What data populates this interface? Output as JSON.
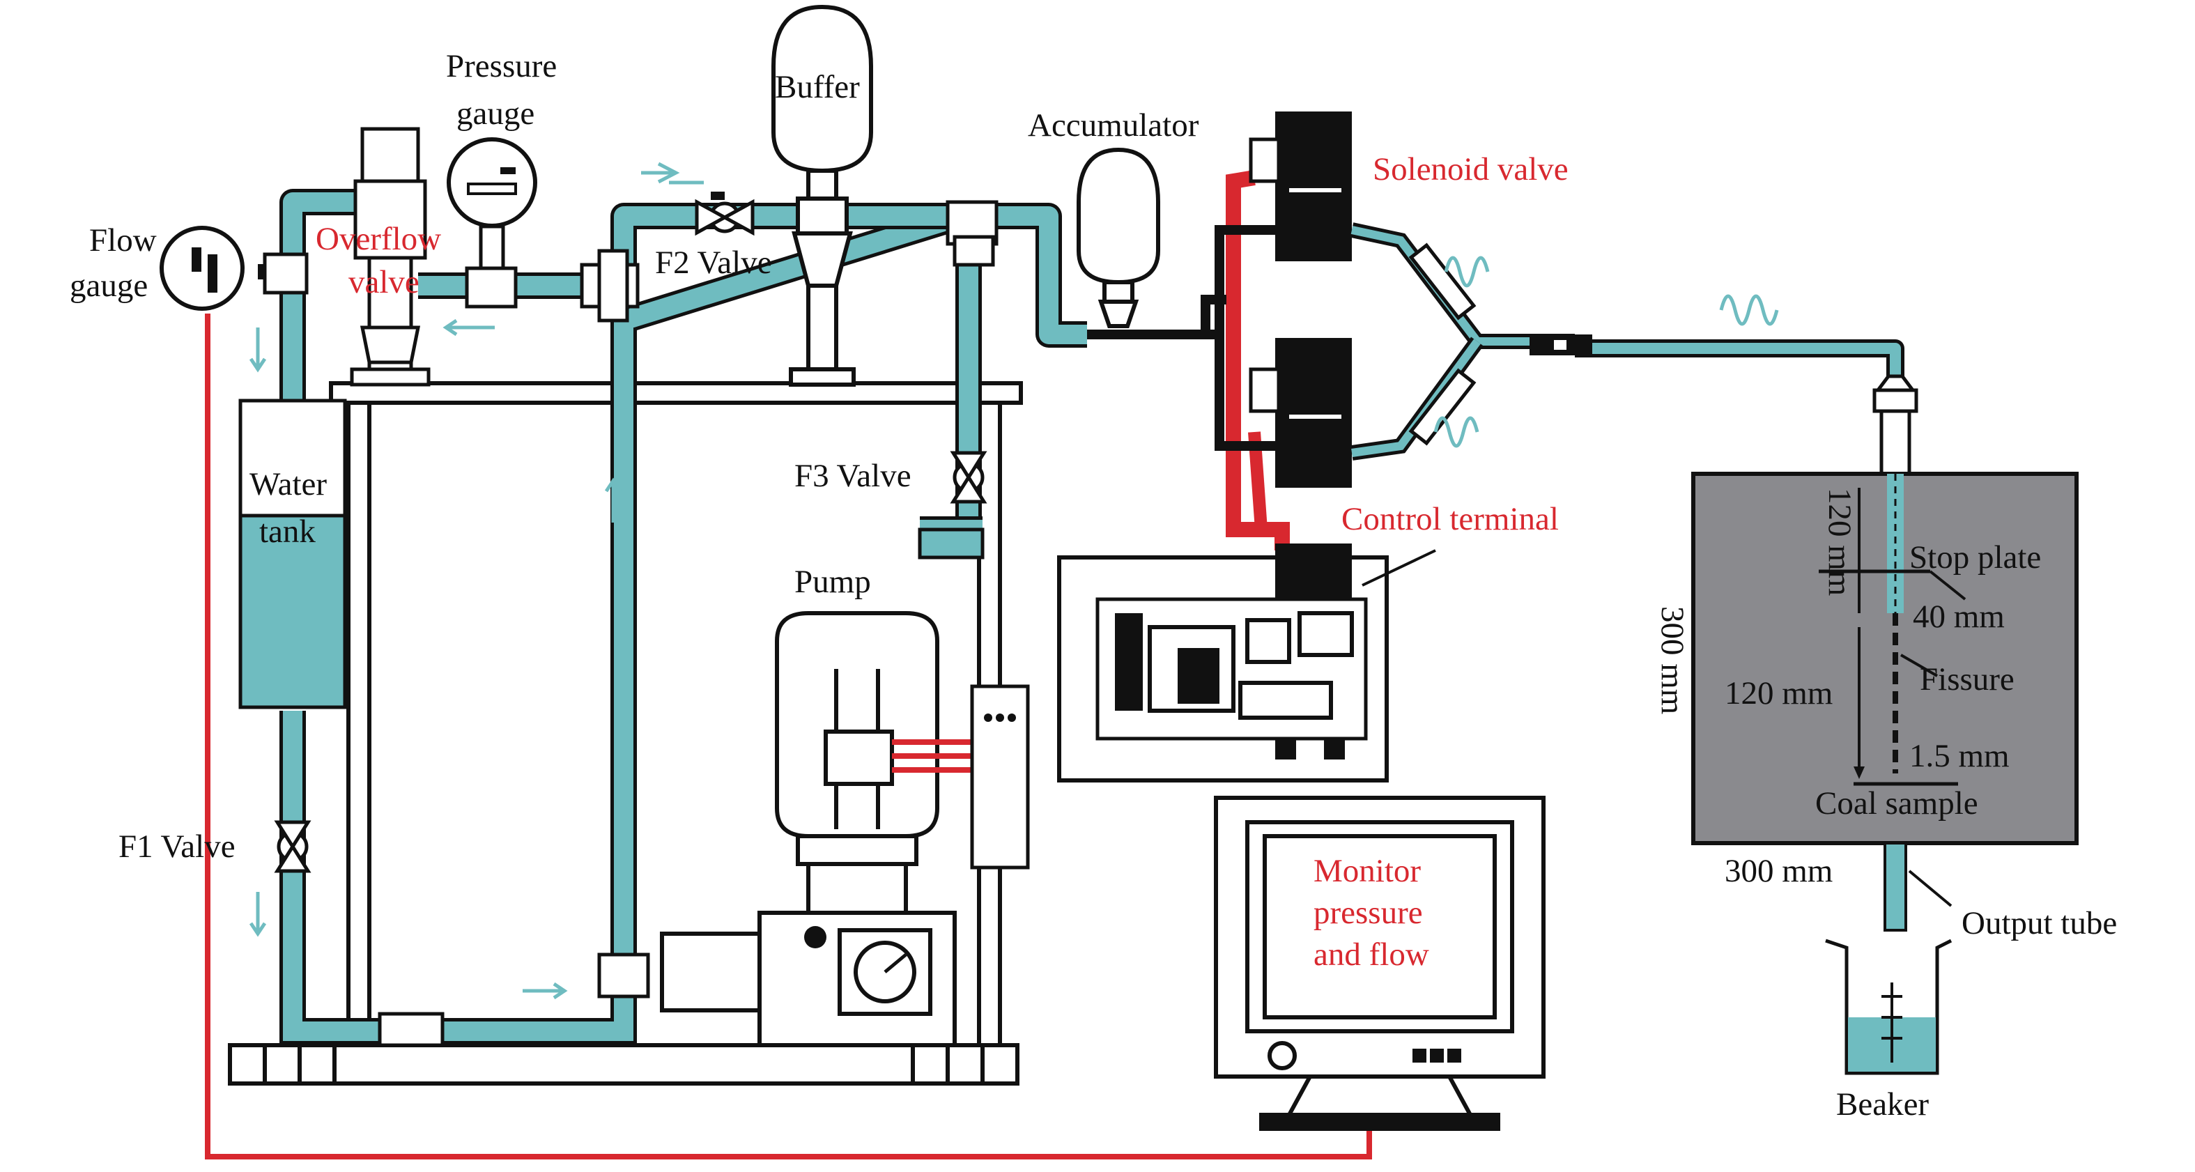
{
  "labels": {
    "flow_gauge_line1": "Flow",
    "flow_gauge_line2": "gauge",
    "overflow_valve_line1": "Overflow",
    "overflow_valve_line2": "valve",
    "pressure_gauge_line1": "Pressure",
    "pressure_gauge_line2": "gauge",
    "buffer": "Buffer",
    "f2_valve": "F2 Valve",
    "accumulator": "Accumulator",
    "solenoid_valve": "Solenoid valve",
    "water_tank_line1": "Water",
    "water_tank_line2": "tank",
    "f3_valve": "F3 Valve",
    "control_terminal": "Control terminal",
    "pump": "Pump",
    "f1_valve": "F1 Valve",
    "monitor_line1": "Monitor",
    "monitor_line2": "pressure",
    "monitor_line3": "and flow",
    "dim_120_top": "120 mm",
    "stop_plate": "Stop plate",
    "dim_40": "40 mm",
    "dim_300_vertical": "300 mm",
    "dim_120_mid": "120 mm",
    "fissure": "Fissure",
    "dim_1_5": "1.5 mm",
    "coal_sample": "Coal sample",
    "dim_300_bottom": "300 mm",
    "output_tube": "Output tube",
    "beaker": "Beaker"
  },
  "colors": {
    "water": "#6fbcc0",
    "signal": "#d8282f",
    "sample_box": "#8a8a8e",
    "device_dark": "#111111",
    "red_label": "#d8282f"
  }
}
